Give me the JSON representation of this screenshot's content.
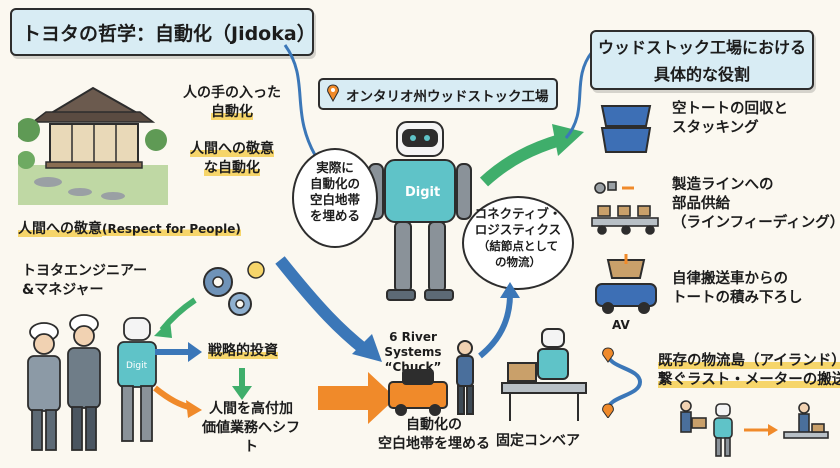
{
  "title": "トヨタの哲学：自動化（Jidoka）",
  "location": "オンタリオ州ウッドストック工場",
  "philosophy": {
    "line1_a": "人の手の入った",
    "line1_b": "自動化",
    "line2_a": "人間への敬意",
    "line2_b": "な自動化",
    "respect_label": "人間への敬意",
    "respect_en": "(Respect for People)"
  },
  "engineers": {
    "label_a": "トヨタエンジニアー",
    "label_b": "&マネジャー",
    "investment": "戦略的投資",
    "shift_a": "人間を高付加",
    "shift_b": "価値業務へシフト"
  },
  "center": {
    "cloud_left": [
      "実際に",
      "自動化の",
      "空白地帯",
      "を埋める"
    ],
    "cloud_right": [
      "コネクティブ・",
      "ロジスティクス",
      "（結節点として",
      "の物流）"
    ],
    "robot_label": "Digit",
    "chuck_label": [
      "6 River",
      "Systems",
      "“Chuck”"
    ],
    "bottom_a": "自動化の",
    "bottom_b": "空白地帯を埋める",
    "conveyor": "固定コンベア"
  },
  "roles": {
    "banner_a": "ウッドストック工場における",
    "banner_b": "具体的な役割",
    "items": [
      {
        "a": "空トートの回収と",
        "b": "スタッキング"
      },
      {
        "a": "製造ラインへの",
        "b": "部品供給",
        "c": "（ラインフィーディング）"
      },
      {
        "a": "自律搬送車からの",
        "b": "トートの積み下ろし"
      },
      {
        "a": "既存の物流島（アイランド）を",
        "b": "繋ぐラスト・メーターの搬送"
      }
    ],
    "av_label": "AV"
  },
  "colors": {
    "banner": "#d8ecf4",
    "highlight": "#f6d56a",
    "teal": "#5fc3c8",
    "tote_blue": "#3d6fb5",
    "arrow_green": "#3fae6b",
    "arrow_blue": "#3b77b8",
    "arrow_orange": "#f08a2a"
  }
}
